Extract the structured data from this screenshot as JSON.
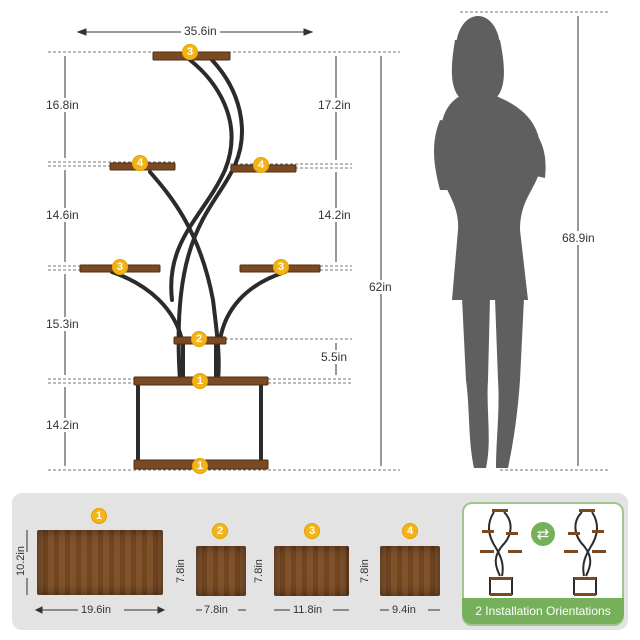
{
  "dimensions": {
    "width": "35.6in",
    "gap_top_left": "16.8in",
    "gap_top_right": "17.2in",
    "gap_mid_left": "14.6in",
    "gap_mid_right": "14.2in",
    "gap_lower_left": "15.3in",
    "gap_small": "5.5in",
    "gap_bottom_left": "14.2in",
    "total_height": "62in",
    "person_height": "68.9in"
  },
  "badges": {
    "b1": "1",
    "b2": "2",
    "b3": "3",
    "b4": "4"
  },
  "parts": [
    {
      "badge": "1",
      "height": "10.2in",
      "width": "19.6in"
    },
    {
      "badge": "2",
      "height": "7.8in",
      "width": "7.8in"
    },
    {
      "badge": "3",
      "height": "7.8in",
      "width": "11.8in"
    },
    {
      "badge": "4",
      "height": "7.8in",
      "width": "9.4in"
    }
  ],
  "orientation": {
    "label": "2 Installation Orientations",
    "icon": "swap-arrows-icon"
  },
  "colors": {
    "wood": "#7a4a22",
    "metal": "#2b2b2b",
    "badge": "#f2b418",
    "accent_green": "#76b05a",
    "silhouette": "#5f5f5f"
  }
}
